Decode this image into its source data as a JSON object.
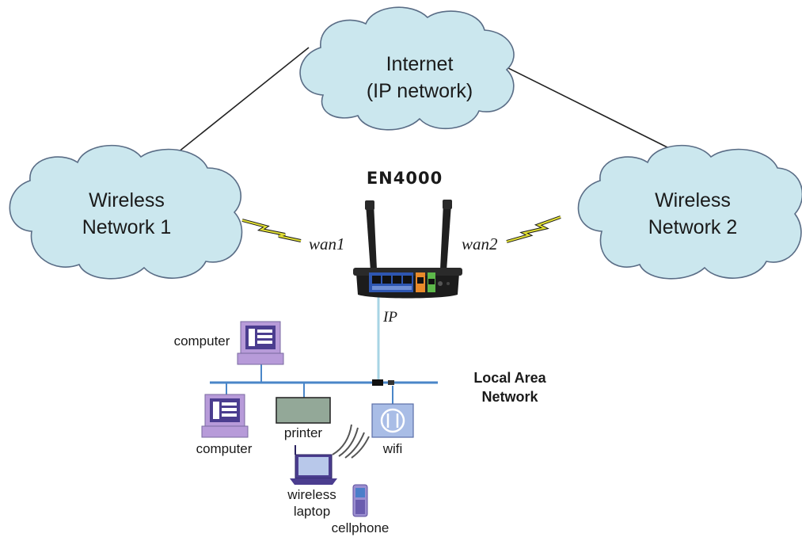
{
  "clouds": {
    "internet": {
      "line1": "Internet",
      "line2": "(IP network)"
    },
    "wireless1": {
      "line1": "Wireless",
      "line2": "Network 1"
    },
    "wireless2": {
      "line1": "Wireless",
      "line2": "Network 2"
    }
  },
  "router": {
    "model": "EN4000"
  },
  "links": {
    "wan1": "wan1",
    "wan2": "wan2",
    "ip": "IP"
  },
  "lan": {
    "line1": "Local Area",
    "line2": "Network"
  },
  "devices": {
    "computer_top": "computer",
    "computer_bottom": "computer",
    "printer": "printer",
    "wifi": "wifi",
    "laptop_line1": "wireless",
    "laptop_line2": "laptop",
    "cellphone": "cellphone"
  },
  "colors": {
    "cloud_fill": "#cbe7ee",
    "cloud_stroke": "#5a6d86",
    "lan_line": "#4a86c8",
    "ip_link": "#a7d4e4",
    "device_purple": "#4b3d8f",
    "lightning": "#d8d82a"
  }
}
